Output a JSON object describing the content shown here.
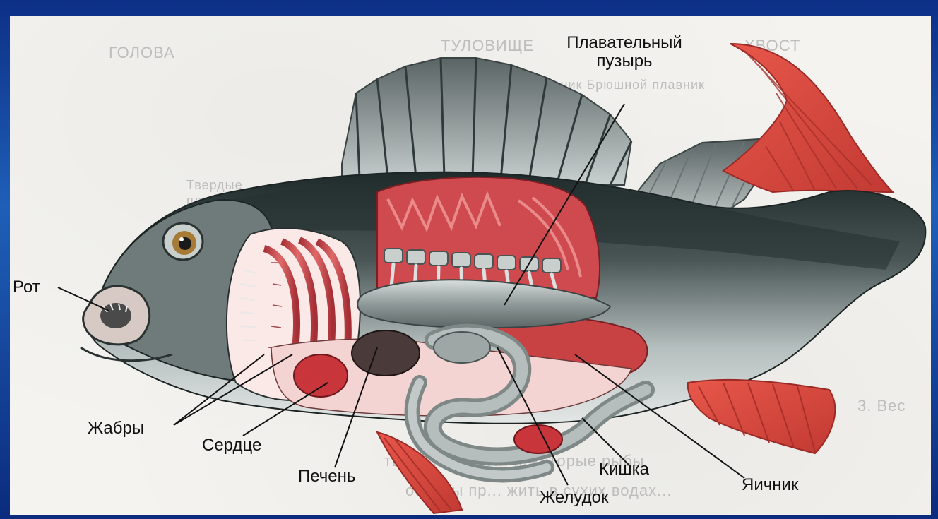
{
  "background_text": {
    "top_left": "ГОЛОВА",
    "top_mid": "ТУЛОВИЩЕ",
    "top_right": "ХВОСТ",
    "line2": "Спинной плавник    Брюшной плавник",
    "side1": "Твердые",
    "side2": "плавники",
    "bottom1": "3. Вес",
    "bottom2": "ться им разве... некоторые рыбы",
    "bottom3": "особны пр... жить в сухих водах..."
  },
  "labels": {
    "mouth": "Рот",
    "swim_bladder_line1": "Плавательный",
    "swim_bladder_line2": "пузырь",
    "gills": "Жабры",
    "heart": "Сердце",
    "liver": "Печень",
    "stomach": "Желудок",
    "intestine": "Кишка",
    "ovary": "Яичник"
  },
  "colors": {
    "frame_border": "#0d2f86",
    "fin_red": "#d8463c",
    "body_dark": "#2f3b3b",
    "body_light": "#b9c3c2",
    "muscle": "#c9464a",
    "organ_grey": "#9ea7a5"
  }
}
